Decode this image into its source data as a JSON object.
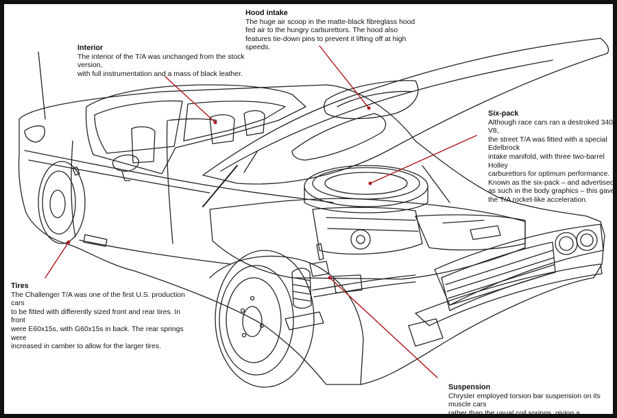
{
  "callouts": {
    "hood": {
      "title": "Hood intake",
      "text": "The huge air scoop in the matte-black fibreglass hood\nfed air to the hungry carburettors. The hood also\nfeatures tie-down pins to prevent it lifting off at high speeds."
    },
    "interior": {
      "title": "Interior",
      "text": "The interior of the T/A was unchanged from the stock version,\nwith full instrumentation and a mass of black leather."
    },
    "sixpack": {
      "title": "Six-pack",
      "text": "Although race cars ran a destroked 340 V8,\nthe street T/A was fitted with a special Edelbrock\nintake manifold, with three two-barrel Holley\ncarburettors for optimum performance.\nKnown as the six-pack – and advertised\nas such in the body graphics – this gave\nthe T/A rocket-like acceleration."
    },
    "tires": {
      "title": "Tires",
      "text": "The Challenger T/A was one of the first U.S. production cars\nto be fitted with differently sized front and rear tires. In front\nwere E60x15s, with G60x15s in back. The rear springs were\nincreased in camber to allow for the larger tires."
    },
    "suspension": {
      "title": "Suspension",
      "text": "Chrysler employed torsion bar suspension on its muscle cars\nrather than the usual coil springs, giving a smoother, more\neven ride over rougher surfaces."
    }
  },
  "colors": {
    "leader": "#b01218",
    "line_art": "#222222",
    "frame": "#111111"
  }
}
